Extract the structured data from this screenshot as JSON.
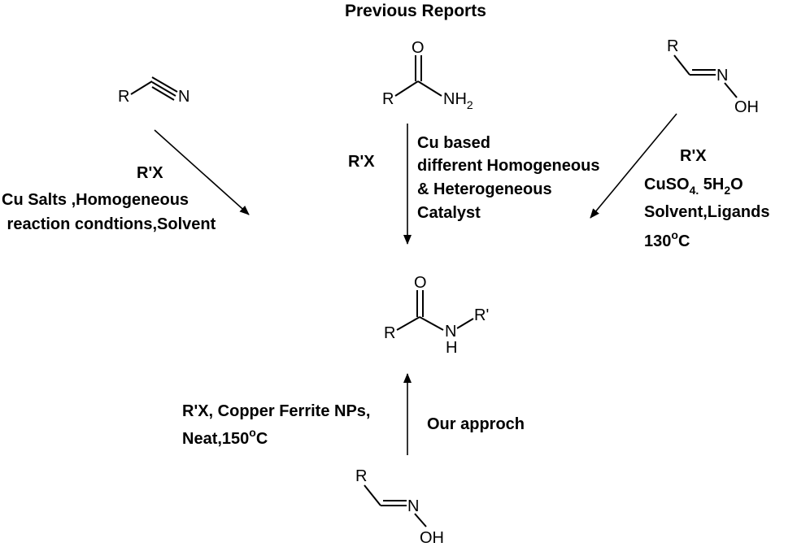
{
  "title": "Previous Reports",
  "atoms": {
    "R": "R",
    "N": "N",
    "O": "O",
    "NH2_main": "NH",
    "NH2_sub": "2",
    "OH": "OH",
    "H": "H",
    "R_prime": "R'"
  },
  "left_route": {
    "reagent": "R'X",
    "line1": "Cu Salts ,Homogeneous",
    "line2": " reaction condtions,Solvent"
  },
  "center_route": {
    "reagent": "R'X",
    "line1": "Cu based",
    "line2": "different Homogeneous",
    "line3": "& Heterogeneous",
    "line4": "Catalyst"
  },
  "right_route": {
    "reagent": "R'X",
    "line1_main": "CuSO",
    "line1_sub": "4.",
    "line1_mid": " 5H",
    "line1_sub2": "2",
    "line1_end": "O",
    "line2": "Solvent,Ligands",
    "temp_main": "130",
    "temp_sup": "o",
    "temp_end": "C"
  },
  "our_route": {
    "line1": "R'X, Copper Ferrite NPs,",
    "line2_main": "Neat,150",
    "line2_sup": "o",
    "line2_end": "C",
    "label": "Our approch"
  }
}
